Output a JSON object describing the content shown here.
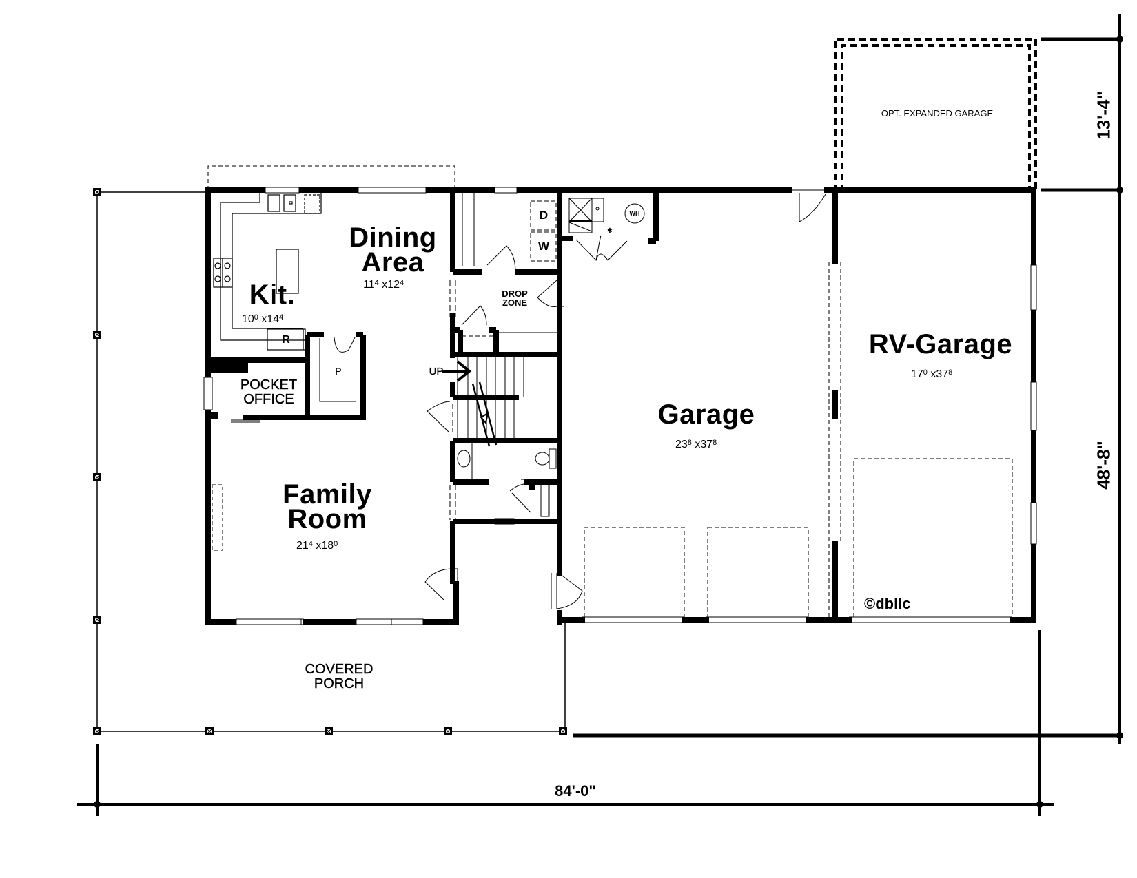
{
  "plan": {
    "rooms": {
      "dining": {
        "name_line1": "Dining",
        "name_line2": "Area",
        "dim_w": "11",
        "dim_w_in": "4",
        "dim_d": "12",
        "dim_d_in": "4"
      },
      "kitchen": {
        "name": "Kit.",
        "dim_w": "10",
        "dim_w_in": "0",
        "dim_d": "14",
        "dim_d_in": "4"
      },
      "family": {
        "name_line1": "Family",
        "name_line2": "Room",
        "dim_w": "21",
        "dim_w_in": "4",
        "dim_d": "18",
        "dim_d_in": "0"
      },
      "garage": {
        "name": "Garage",
        "dim_w": "23",
        "dim_w_in": "8",
        "dim_d": "37",
        "dim_d_in": "8"
      },
      "rv_garage": {
        "name": "RV-Garage",
        "dim_w": "17",
        "dim_w_in": "0",
        "dim_d": "37",
        "dim_d_in": "8"
      },
      "pocket_office": {
        "line1": "POCKET",
        "line2": "OFFICE"
      },
      "drop_zone": {
        "line1": "DROP",
        "line2": "ZONE"
      },
      "covered_porch": {
        "line1": "COVERED",
        "line2": "PORCH"
      },
      "opt_garage": {
        "name": "OPT. EXPANDED GARAGE"
      }
    },
    "fixtures": {
      "dryer": "D",
      "washer": "W",
      "water_heater": "WH",
      "refrigerator": "R",
      "pantry": "P",
      "stairs_up": "UP"
    },
    "dimensions": {
      "overall_width": "84'-0\"",
      "depth_main": "48'-8\"",
      "depth_opt": "13'-4\""
    },
    "copyright": "©dbllc"
  }
}
